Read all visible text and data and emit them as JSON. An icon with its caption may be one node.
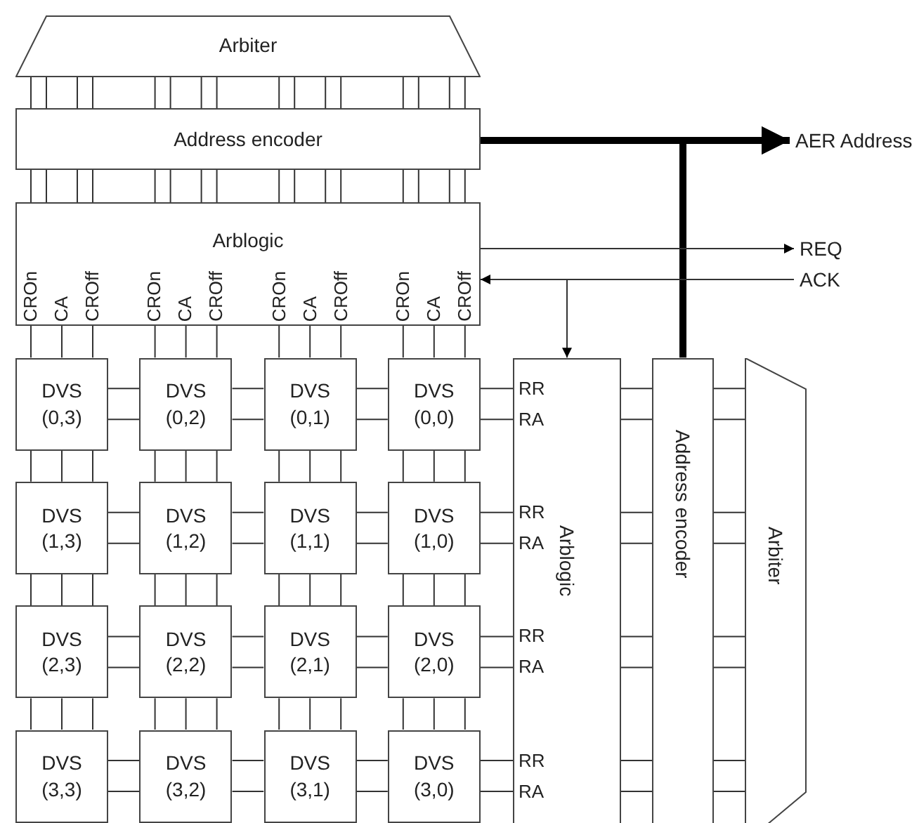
{
  "diagram": {
    "nodes": [
      {
        "text": [
          "Arbiter"
        ]
      },
      {
        "text": [
          "Address encoder"
        ]
      },
      {
        "text": [
          "Arblogic"
        ]
      },
      {
        "text": [
          "AER Address"
        ]
      },
      {
        "text": [
          "REQ"
        ]
      },
      {
        "text": [
          "ACK"
        ]
      },
      {
        "text": [
          "DVS (0,3)"
        ]
      },
      {
        "text": [
          "DVS (0,2)"
        ]
      },
      {
        "text": [
          "DVS (0,1)"
        ]
      },
      {
        "text": [
          "DVS (0,0)"
        ]
      },
      {
        "text": [
          "DVS (1,3)"
        ]
      },
      {
        "text": [
          "DVS (1,2)"
        ]
      },
      {
        "text": [
          "DVS (1,1)"
        ]
      },
      {
        "text": [
          "DVS (1,0)"
        ]
      },
      {
        "text": [
          "DVS (2,3)"
        ]
      },
      {
        "text": [
          "DVS (2,2)"
        ]
      },
      {
        "text": [
          "DVS (2,1)"
        ]
      },
      {
        "text": [
          "DVS (2,0)"
        ]
      },
      {
        "text": [
          "DVS (3,3)"
        ]
      },
      {
        "text": [
          "DVS (3,2)"
        ]
      },
      {
        "text": [
          "DVS (3,1)"
        ]
      },
      {
        "text": [
          "DVS (3,0)"
        ]
      },
      {
        "text": [
          "Arblogic"
        ]
      },
      {
        "text": [
          "Address encoder"
        ]
      },
      {
        "text": [
          "Arbiter"
        ]
      }
    ],
    "edges": [
      {
        "from": 0,
        "to": 1,
        "arrow": "none"
      },
      {
        "from": 0,
        "to": 1,
        "arrow": "none"
      },
      {
        "from": 0,
        "to": 1,
        "arrow": "none"
      },
      {
        "from": 0,
        "to": 1,
        "arrow": "none"
      },
      {
        "from": 0,
        "to": 1,
        "arrow": "none"
      },
      {
        "from": 0,
        "to": 1,
        "arrow": "none"
      },
      {
        "from": 0,
        "to": 1,
        "arrow": "none"
      },
      {
        "from": 0,
        "to": 1,
        "arrow": "none"
      },
      {
        "from": 0,
        "to": 1,
        "arrow": "none"
      },
      {
        "from": 0,
        "to": 1,
        "arrow": "none"
      },
      {
        "from": 0,
        "to": 1,
        "arrow": "none"
      },
      {
        "from": 0,
        "to": 1,
        "arrow": "none"
      },
      {
        "from": 0,
        "to": 1,
        "arrow": "none"
      },
      {
        "from": 0,
        "to": 1,
        "arrow": "none"
      },
      {
        "from": 0,
        "to": 1,
        "arrow": "none"
      },
      {
        "from": 0,
        "to": 1,
        "arrow": "none"
      },
      {
        "from": 1,
        "to": 2,
        "arrow": "none"
      },
      {
        "from": 1,
        "to": 2,
        "arrow": "none"
      },
      {
        "from": 1,
        "to": 2,
        "arrow": "none"
      },
      {
        "from": 1,
        "to": 2,
        "arrow": "none"
      },
      {
        "from": 1,
        "to": 2,
        "arrow": "none"
      },
      {
        "from": 1,
        "to": 2,
        "arrow": "none"
      },
      {
        "from": 1,
        "to": 2,
        "arrow": "none"
      },
      {
        "from": 1,
        "to": 2,
        "arrow": "none"
      },
      {
        "from": 1,
        "to": 2,
        "arrow": "none"
      },
      {
        "from": 1,
        "to": 2,
        "arrow": "none"
      },
      {
        "from": 1,
        "to": 2,
        "arrow": "none"
      },
      {
        "from": 1,
        "to": 2,
        "arrow": "none"
      },
      {
        "from": 1,
        "to": 2,
        "arrow": "none"
      },
      {
        "from": 1,
        "to": 2,
        "arrow": "none"
      },
      {
        "from": 1,
        "to": 2,
        "arrow": "none"
      },
      {
        "from": 1,
        "to": 2,
        "arrow": "none"
      },
      {
        "from": 1,
        "to": 3,
        "arrow": "to",
        "style": "thick"
      },
      {
        "from": 23,
        "to": 3,
        "arrow": "to",
        "style": "thick"
      },
      {
        "from": 2,
        "to": 4,
        "arrow": "to"
      },
      {
        "from": 5,
        "to": 2,
        "arrow": "to"
      },
      {
        "from": 5,
        "to": 22,
        "arrow": "to"
      },
      {
        "from": 2,
        "to": 6,
        "arrow": "none"
      },
      {
        "from": 2,
        "to": 6,
        "arrow": "none"
      },
      {
        "from": 2,
        "to": 6,
        "arrow": "none"
      },
      {
        "from": 2,
        "to": 7,
        "arrow": "none"
      },
      {
        "from": 2,
        "to": 7,
        "arrow": "none"
      },
      {
        "from": 2,
        "to": 7,
        "arrow": "none"
      },
      {
        "from": 2,
        "to": 8,
        "arrow": "none"
      },
      {
        "from": 2,
        "to": 8,
        "arrow": "none"
      },
      {
        "from": 2,
        "to": 8,
        "arrow": "none"
      },
      {
        "from": 2,
        "to": 9,
        "arrow": "none"
      },
      {
        "from": 2,
        "to": 9,
        "arrow": "none"
      },
      {
        "from": 2,
        "to": 9,
        "arrow": "none"
      },
      {
        "from": 6,
        "to": 7,
        "arrow": "none"
      },
      {
        "from": 6,
        "to": 7,
        "arrow": "none"
      },
      {
        "from": 7,
        "to": 8,
        "arrow": "none"
      },
      {
        "from": 7,
        "to": 8,
        "arrow": "none"
      },
      {
        "from": 8,
        "to": 9,
        "arrow": "none"
      },
      {
        "from": 8,
        "to": 9,
        "arrow": "none"
      },
      {
        "from": 9,
        "to": 22,
        "arrow": "none"
      },
      {
        "from": 9,
        "to": 22,
        "arrow": "none"
      },
      {
        "from": 6,
        "to": 10,
        "arrow": "none"
      },
      {
        "from": 6,
        "to": 10,
        "arrow": "none"
      },
      {
        "from": 6,
        "to": 10,
        "arrow": "none"
      },
      {
        "from": 7,
        "to": 11,
        "arrow": "none"
      },
      {
        "from": 7,
        "to": 11,
        "arrow": "none"
      },
      {
        "from": 7,
        "to": 11,
        "arrow": "none"
      },
      {
        "from": 8,
        "to": 12,
        "arrow": "none"
      },
      {
        "from": 8,
        "to": 12,
        "arrow": "none"
      },
      {
        "from": 8,
        "to": 12,
        "arrow": "none"
      },
      {
        "from": 9,
        "to": 13,
        "arrow": "none"
      },
      {
        "from": 9,
        "to": 13,
        "arrow": "none"
      },
      {
        "from": 9,
        "to": 13,
        "arrow": "none"
      },
      {
        "from": 10,
        "to": 11,
        "arrow": "none"
      },
      {
        "from": 10,
        "to": 11,
        "arrow": "none"
      },
      {
        "from": 11,
        "to": 12,
        "arrow": "none"
      },
      {
        "from": 11,
        "to": 12,
        "arrow": "none"
      },
      {
        "from": 12,
        "to": 13,
        "arrow": "none"
      },
      {
        "from": 12,
        "to": 13,
        "arrow": "none"
      },
      {
        "from": 13,
        "to": 22,
        "arrow": "none"
      },
      {
        "from": 13,
        "to": 22,
        "arrow": "none"
      },
      {
        "from": 10,
        "to": 14,
        "arrow": "none"
      },
      {
        "from": 10,
        "to": 14,
        "arrow": "none"
      },
      {
        "from": 10,
        "to": 14,
        "arrow": "none"
      },
      {
        "from": 11,
        "to": 15,
        "arrow": "none"
      },
      {
        "from": 11,
        "to": 15,
        "arrow": "none"
      },
      {
        "from": 11,
        "to": 15,
        "arrow": "none"
      },
      {
        "from": 12,
        "to": 16,
        "arrow": "none"
      },
      {
        "from": 12,
        "to": 16,
        "arrow": "none"
      },
      {
        "from": 12,
        "to": 16,
        "arrow": "none"
      },
      {
        "from": 13,
        "to": 17,
        "arrow": "none"
      },
      {
        "from": 13,
        "to": 17,
        "arrow": "none"
      },
      {
        "from": 13,
        "to": 17,
        "arrow": "none"
      },
      {
        "from": 14,
        "to": 15,
        "arrow": "none"
      },
      {
        "from": 14,
        "to": 15,
        "arrow": "none"
      },
      {
        "from": 15,
        "to": 16,
        "arrow": "none"
      },
      {
        "from": 15,
        "to": 16,
        "arrow": "none"
      },
      {
        "from": 16,
        "to": 17,
        "arrow": "none"
      },
      {
        "from": 16,
        "to": 17,
        "arrow": "none"
      },
      {
        "from": 17,
        "to": 22,
        "arrow": "none"
      },
      {
        "from": 17,
        "to": 22,
        "arrow": "none"
      },
      {
        "from": 14,
        "to": 18,
        "arrow": "none"
      },
      {
        "from": 14,
        "to": 18,
        "arrow": "none"
      },
      {
        "from": 14,
        "to": 18,
        "arrow": "none"
      },
      {
        "from": 15,
        "to": 19,
        "arrow": "none"
      },
      {
        "from": 15,
        "to": 19,
        "arrow": "none"
      },
      {
        "from": 15,
        "to": 19,
        "arrow": "none"
      },
      {
        "from": 16,
        "to": 20,
        "arrow": "none"
      },
      {
        "from": 16,
        "to": 20,
        "arrow": "none"
      },
      {
        "from": 16,
        "to": 20,
        "arrow": "none"
      },
      {
        "from": 17,
        "to": 21,
        "arrow": "none"
      },
      {
        "from": 17,
        "to": 21,
        "arrow": "none"
      },
      {
        "from": 17,
        "to": 21,
        "arrow": "none"
      },
      {
        "from": 18,
        "to": 19,
        "arrow": "none"
      },
      {
        "from": 18,
        "to": 19,
        "arrow": "none"
      },
      {
        "from": 19,
        "to": 20,
        "arrow": "none"
      },
      {
        "from": 19,
        "to": 20,
        "arrow": "none"
      },
      {
        "from": 20,
        "to": 21,
        "arrow": "none"
      },
      {
        "from": 20,
        "to": 21,
        "arrow": "none"
      },
      {
        "from": 21,
        "to": 22,
        "arrow": "none"
      },
      {
        "from": 21,
        "to": 22,
        "arrow": "none"
      },
      {
        "from": 22,
        "to": 23,
        "arrow": "none"
      },
      {
        "from": 22,
        "to": 23,
        "arrow": "none"
      },
      {
        "from": 22,
        "to": 23,
        "arrow": "none"
      },
      {
        "from": 22,
        "to": 23,
        "arrow": "none"
      },
      {
        "from": 22,
        "to": 23,
        "arrow": "none"
      },
      {
        "from": 22,
        "to": 23,
        "arrow": "none"
      },
      {
        "from": 22,
        "to": 23,
        "arrow": "none"
      },
      {
        "from": 22,
        "to": 23,
        "arrow": "none"
      },
      {
        "from": 23,
        "to": 24,
        "arrow": "none"
      },
      {
        "from": 23,
        "to": 24,
        "arrow": "none"
      },
      {
        "from": 23,
        "to": 24,
        "arrow": "none"
      },
      {
        "from": 23,
        "to": 24,
        "arrow": "none"
      },
      {
        "from": 23,
        "to": 24,
        "arrow": "none"
      },
      {
        "from": 23,
        "to": 24,
        "arrow": "none"
      },
      {
        "from": 23,
        "to": 24,
        "arrow": "none"
      },
      {
        "from": 23,
        "to": 24,
        "arrow": "none"
      }
    ],
    "labels": [
      "CROn",
      "CA",
      "CROff",
      "CROn",
      "CA",
      "CROff",
      "CROn",
      "CA",
      "CROff",
      "CROn",
      "CA",
      "CROff",
      "RR",
      "RA",
      "RR",
      "RA",
      "RR",
      "RA",
      "RR",
      "RA"
    ]
  }
}
